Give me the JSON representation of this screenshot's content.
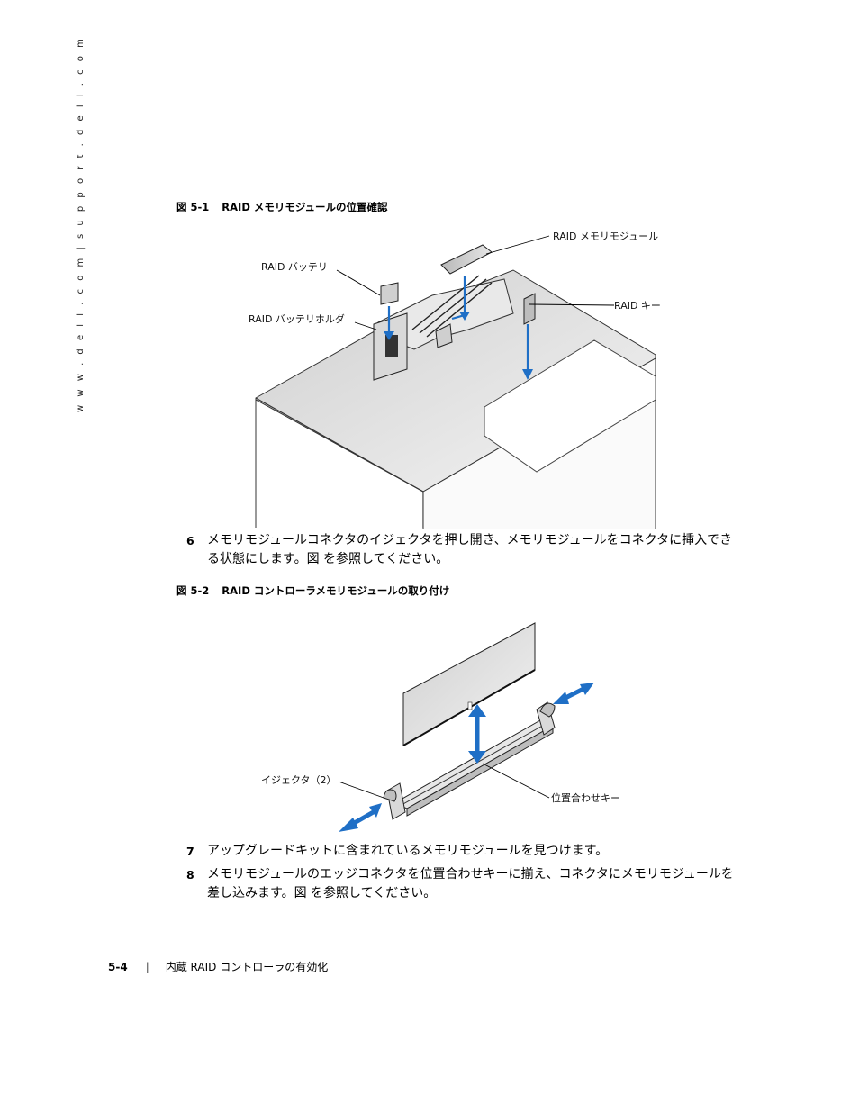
{
  "side_url": "w w w . d e l l . c o m  |  s u p p o r t . d e l l . c o m",
  "figure1": {
    "number": "図 5-1",
    "title": "RAID メモリモジュールの位置確認",
    "labels": {
      "memory_module": "RAID メモリモジュール",
      "battery": "RAID バッテリ",
      "battery_holder": "RAID バッテリホルダ",
      "key": "RAID キー"
    }
  },
  "steps": [
    {
      "num": "6",
      "text": "メモリモジュールコネクタのイジェクタを押し開き、メモリモジュールをコネクタに挿入できる状態にします。図 を参照してください。"
    },
    {
      "num": "7",
      "text": "アップグレードキットに含まれているメモリモジュールを見つけます。"
    },
    {
      "num": "8",
      "text": "メモリモジュールのエッジコネクタを位置合わせキーに揃え、コネクタにメモリモジュールを差し込みます。図 を参照してください。"
    }
  ],
  "figure2": {
    "number": "図 5-2",
    "title": "RAID コントローラメモリモジュールの取り付け",
    "labels": {
      "ejector": "イジェクタ（2）",
      "alignment_key": "位置合わせキー"
    }
  },
  "footer": {
    "page": "5-4",
    "separator": "|",
    "title": "内蔵 RAID コントローラの有効化"
  },
  "colors": {
    "arrow_blue": "#1f6fc6"
  }
}
